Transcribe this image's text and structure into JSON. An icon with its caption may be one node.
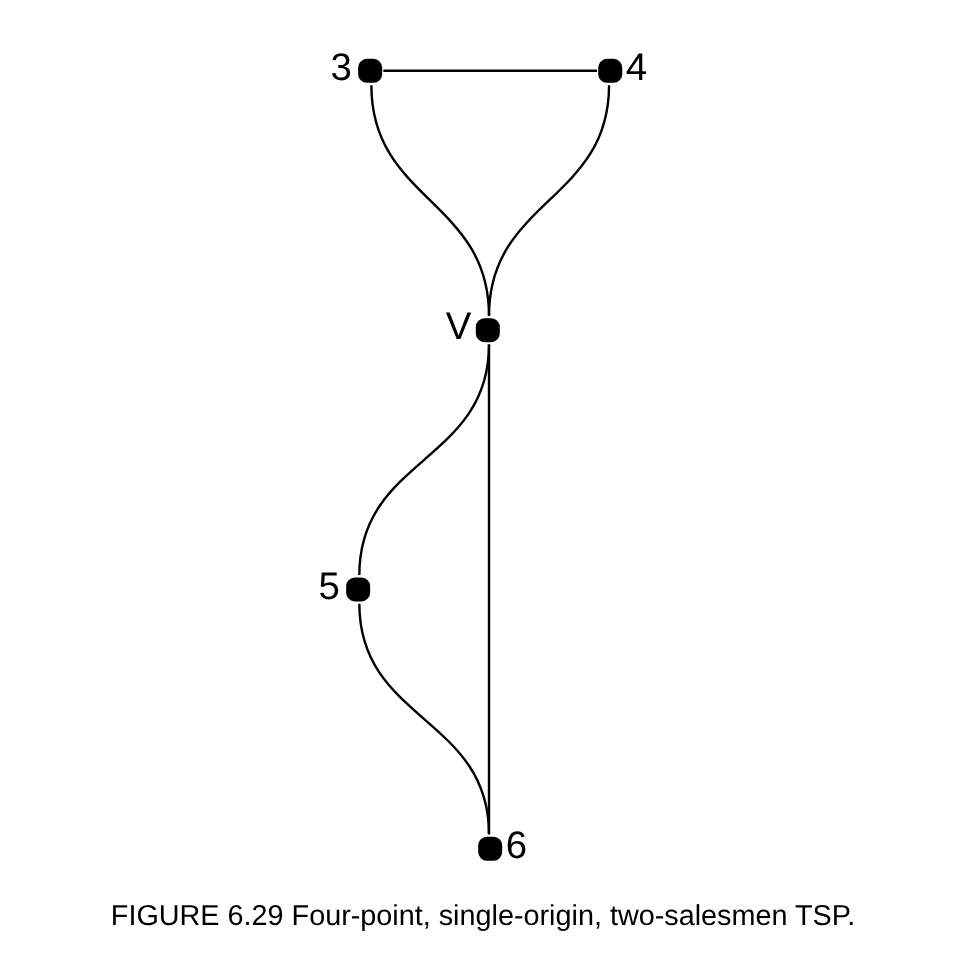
{
  "diagram": {
    "caption": "FIGURE 6.29 Four-point, single-origin, two-salesmen TSP.",
    "nodes": [
      {
        "text": [],
        "shape": "circle",
        "beside": [
          "3"
        ]
      },
      {
        "text": [],
        "shape": "circle",
        "beside": [
          "4"
        ]
      },
      {
        "text": [],
        "shape": "circle",
        "beside": [
          "V"
        ]
      },
      {
        "text": [],
        "shape": "circle",
        "beside": [
          "5"
        ]
      },
      {
        "text": [],
        "shape": "circle",
        "beside": [
          "6"
        ]
      }
    ],
    "edges": [
      {
        "from": 0,
        "to": 1,
        "arrow": "none"
      },
      {
        "from": 1,
        "to": 2,
        "arrow": "none"
      },
      {
        "from": 2,
        "to": 0,
        "arrow": "none"
      },
      {
        "from": 2,
        "to": 3,
        "arrow": "none"
      },
      {
        "from": 3,
        "to": 4,
        "arrow": "none"
      },
      {
        "from": 4,
        "to": 2,
        "arrow": "none"
      }
    ]
  }
}
